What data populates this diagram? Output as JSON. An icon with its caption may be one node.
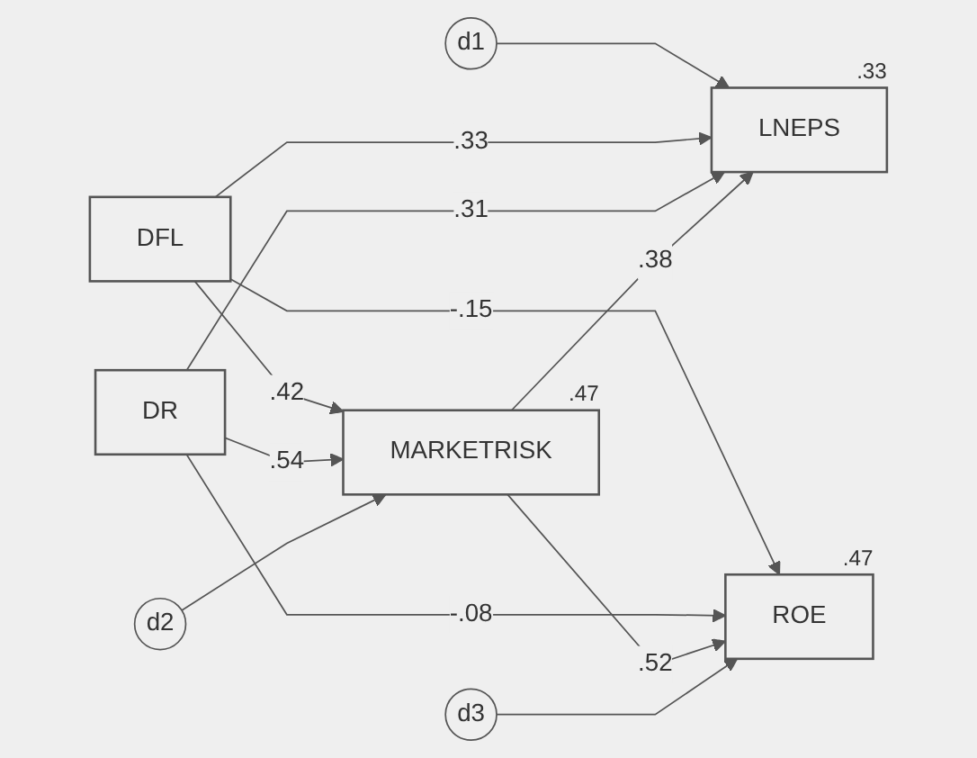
{
  "diagram": {
    "nodes": [
      {
        "text": [
          "d1"
        ]
      },
      {
        "text": [
          "DFL"
        ]
      },
      {
        "text": [
          "LNEPS"
        ],
        "beside": [
          ".33"
        ]
      },
      {
        "text": [
          "MARKETRISK"
        ],
        "beside": [
          ".47"
        ]
      },
      {
        "text": [
          "d2"
        ]
      },
      {
        "text": [
          "DR"
        ]
      },
      {
        "text": [
          "ROE"
        ],
        "beside": [
          ".47"
        ]
      },
      {
        "text": [
          "d3"
        ]
      }
    ],
    "edges": [
      {
        "from": 0,
        "to": 2,
        "arrow": "to"
      },
      {
        "from": 1,
        "to": 2,
        "arrow": "to",
        "label": ".33"
      },
      {
        "from": 1,
        "to": 3,
        "arrow": "to",
        "label": ".42"
      },
      {
        "from": 1,
        "to": 6,
        "arrow": "to",
        "label": "-.15"
      },
      {
        "from": 5,
        "to": 2,
        "arrow": "to",
        "label": ".31"
      },
      {
        "from": 5,
        "to": 3,
        "arrow": "to",
        "label": ".54"
      },
      {
        "from": 5,
        "to": 6,
        "arrow": "to",
        "label": "-.08"
      },
      {
        "from": 3,
        "to": 2,
        "arrow": "to",
        "label": ".38"
      },
      {
        "from": 3,
        "to": 6,
        "arrow": "to",
        "label": ".52"
      },
      {
        "from": 4,
        "to": 3,
        "arrow": "to"
      },
      {
        "from": 7,
        "to": 6,
        "arrow": "to"
      }
    ]
  }
}
